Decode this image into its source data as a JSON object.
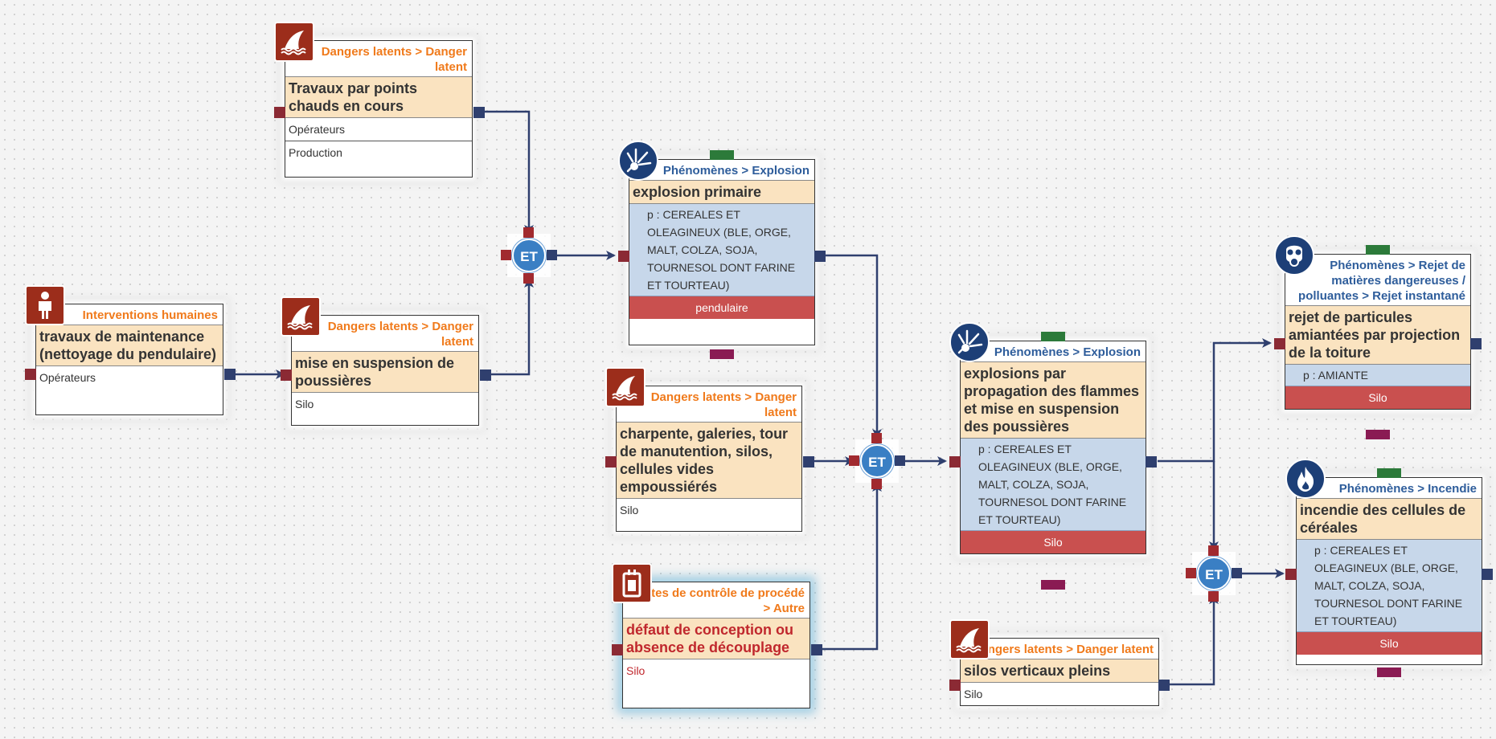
{
  "icons": {
    "shark_fin": "shark-fin-icon",
    "person": "person-icon",
    "explosion": "explosion-icon",
    "gas_mask": "gas-mask-icon",
    "fire": "fire-icon",
    "device": "device-icon"
  },
  "colors": {
    "danger_category": "#f07a1b",
    "phenomenon_category": "#2e5d9b",
    "title_fill": "#fae3c0",
    "param_fill": "#c7d7ea",
    "red_bar": "#c9504f",
    "gate_fill": "#3a7fc4",
    "edge": "#2f3f6e",
    "icon_brown": "#9c2d1b",
    "icon_navy": "#1d3f77"
  },
  "gates": {
    "g1": {
      "label": "ET"
    },
    "g2": {
      "label": "ET"
    },
    "g3": {
      "label": "ET"
    }
  },
  "nodes": {
    "travaux_points_chauds": {
      "category": "Dangers latents > Danger latent",
      "title": "Travaux par points chauds en cours",
      "lines": [
        "Opérateurs",
        "Production"
      ]
    },
    "travaux_maintenance": {
      "category": "Interventions humaines",
      "title": "travaux de maintenance (nettoyage du pendulaire)",
      "lines": [
        "Opérateurs"
      ]
    },
    "mise_en_suspension": {
      "category": "Dangers latents > Danger latent",
      "title": "mise en suspension de poussières",
      "lines": [
        "Silo"
      ]
    },
    "explosion_primaire": {
      "category": "Phénomènes > Explosion",
      "title": "explosion primaire",
      "param": "p : CEREALES ET OLEAGINEUX (BLE, ORGE, MALT, COLZA, SOJA, TOURNESOL DONT FARINE ET TOURTEAU)",
      "bar": "pendulaire"
    },
    "charpente": {
      "category": "Dangers latents > Danger latent",
      "title": "charpente, galeries, tour de manutention, silos, cellules vides empoussiérés",
      "lines": [
        "Silo"
      ]
    },
    "defaut_conception": {
      "category": "Pertes de contrôle de procédé > Autre",
      "title": "défaut de conception ou absence de découplage",
      "lines": [
        "Silo"
      ]
    },
    "explosions_propagation": {
      "category": "Phénomènes > Explosion",
      "title": "explosions par propagation des flammes et mise en suspension des poussières",
      "param": "p : CEREALES ET OLEAGINEUX (BLE, ORGE, MALT, COLZA, SOJA, TOURNESOL DONT FARINE ET TOURTEAU)",
      "bar": "Silo"
    },
    "silos_verticaux": {
      "category": "Dangers latents > Danger latent",
      "title": "silos verticaux pleins",
      "lines": [
        "Silo"
      ]
    },
    "rejet_particules": {
      "category": "Phénomènes > Rejet de matières dangereuses / polluantes > Rejet instantané",
      "title": "rejet de particules amiantées par projection de la toiture",
      "param": "p : AMIANTE",
      "bar": "Silo"
    },
    "incendie_cellules": {
      "category": "Phénomènes > Incendie",
      "title": "incendie des cellules de céréales",
      "param": "p : CEREALES ET OLEAGINEUX (BLE, ORGE, MALT, COLZA, SOJA, TOURNESOL DONT FARINE ET TOURTEAU)",
      "bar": "Silo"
    }
  }
}
